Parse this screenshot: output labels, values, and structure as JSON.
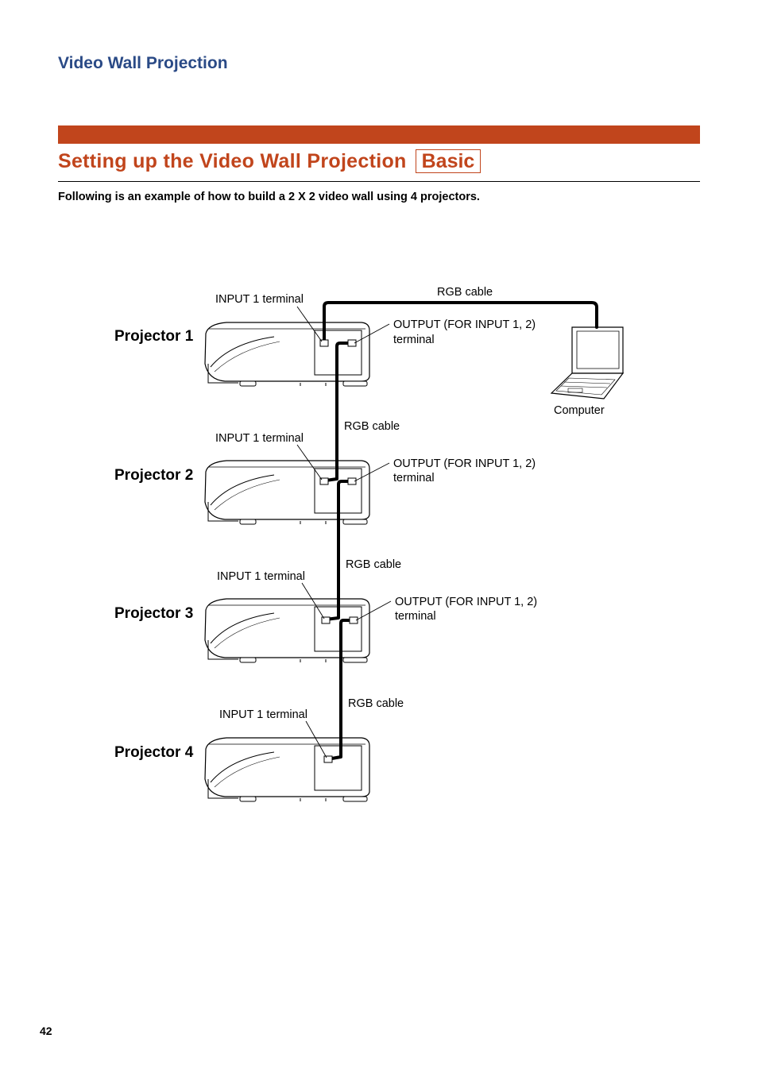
{
  "section_title": "Video Wall Projection",
  "heading": "Setting up the Video Wall Projection",
  "badge": "Basic",
  "intro": "Following is an example of how to build a 2 X 2 video wall using 4 projectors.",
  "page_number": "42",
  "colors": {
    "accent": "#c1451c",
    "section_title": "#2a4a86"
  },
  "diagram": {
    "projectors": [
      "Projector 1",
      "Projector 2",
      "Projector 3",
      "Projector 4"
    ],
    "input_label": "INPUT 1 terminal",
    "output_label_line1": "OUTPUT (FOR INPUT 1, 2)",
    "output_label_line2": "terminal",
    "cable_label": "RGB cable",
    "computer_label": "Computer"
  }
}
